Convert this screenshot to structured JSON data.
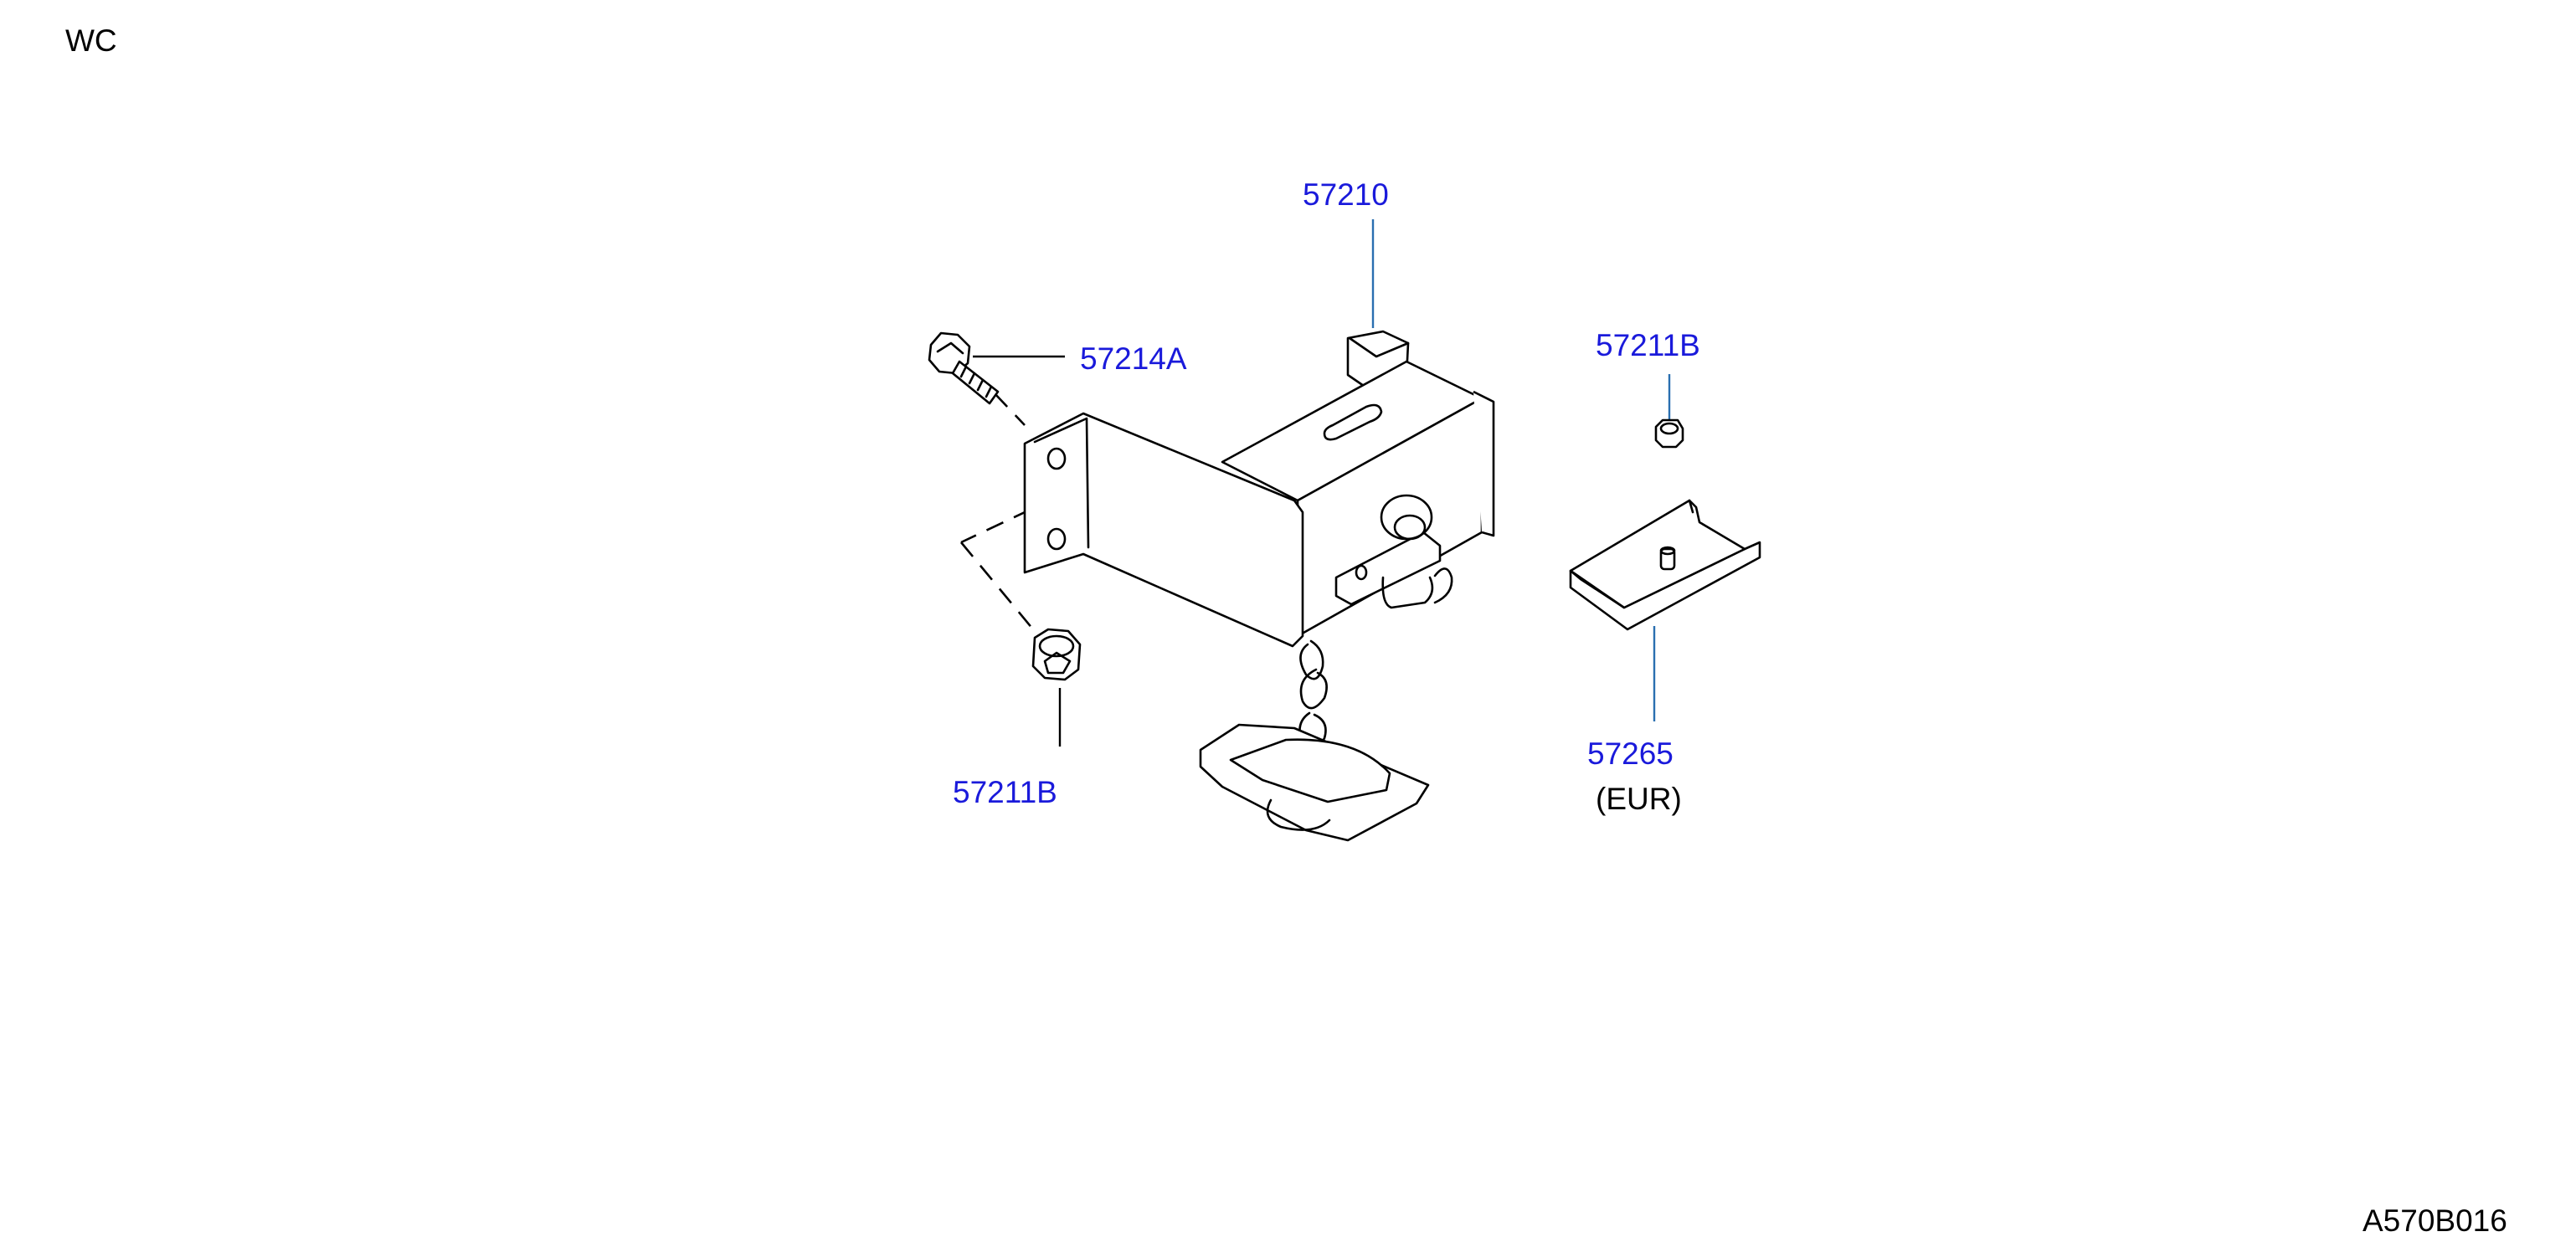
{
  "header": {
    "model_code": "WC"
  },
  "footer": {
    "figure_code": "A570B016"
  },
  "callouts": [
    {
      "part_number": "57210"
    },
    {
      "part_number": "57214A"
    },
    {
      "part_number": "57211B"
    },
    {
      "part_number": "57211B"
    },
    {
      "part_number": "57265",
      "note": "(EUR)"
    }
  ],
  "colors": {
    "callout": "#1a1adb",
    "linework": "#000000",
    "leader_blue": "#2a6fb0"
  }
}
